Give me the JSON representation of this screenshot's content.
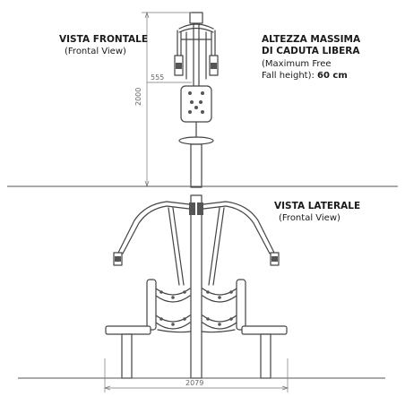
{
  "front_view": {
    "title": "VISTA FRONTALE",
    "subtitle": "(Frontal View)"
  },
  "fall_height": {
    "line1": "ALTEZZA MASSIMA",
    "line2": "DI CADUTA LIBERA",
    "line3": "(Maximum Free",
    "line4_prefix": "Fall height):",
    "line4_value": "60 cm"
  },
  "side_view": {
    "title": "VISTA LATERALE",
    "subtitle": "(Frontal View)"
  },
  "dimensions": {
    "height": "2000",
    "width_top": "555",
    "width_bottom": "2079"
  },
  "colors": {
    "line": "#444444",
    "dimension": "#777777",
    "text": "#1a1a1a"
  }
}
